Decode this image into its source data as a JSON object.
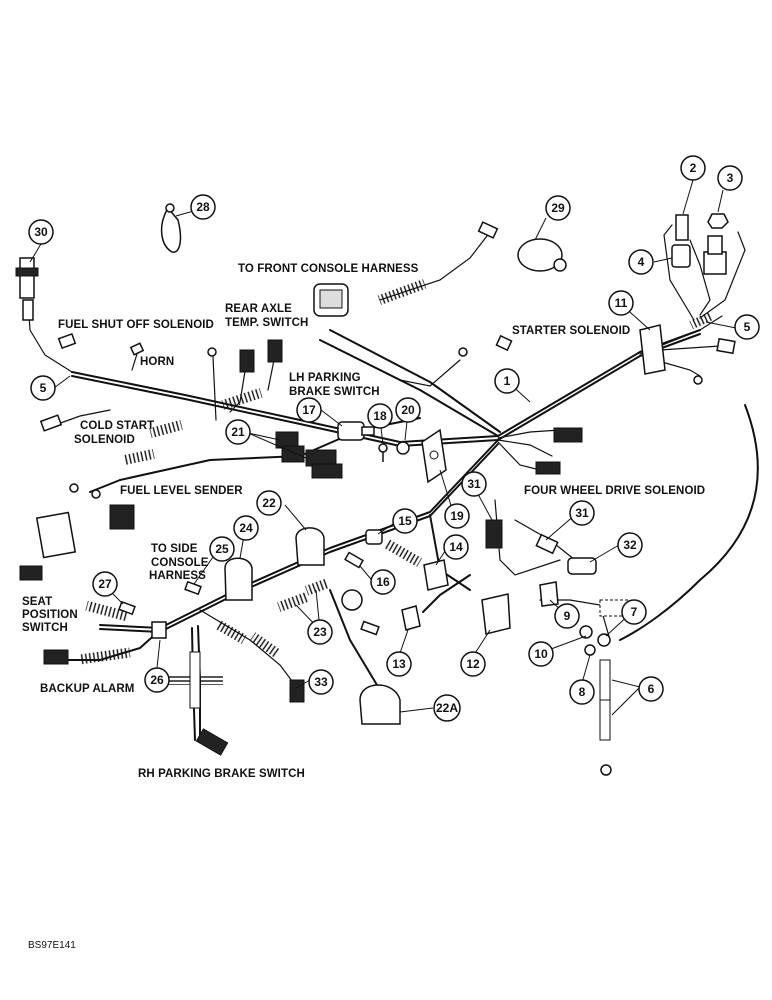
{
  "figure_code": "BS97E141",
  "labels": {
    "to_front_console_harness": "TO FRONT CONSOLE HARNESS",
    "rear_axle_1": "REAR AXLE",
    "rear_axle_2": "TEMP. SWITCH",
    "fuel_shut_off": "FUEL SHUT OFF SOLENOID",
    "horn": "HORN",
    "starter_solenoid": "STARTER SOLENOID",
    "lh_parking_1": "LH PARKING",
    "lh_parking_2": "BRAKE SWITCH",
    "cold_start_1": "COLD START",
    "cold_start_2": "SOLENOID",
    "fuel_level_sender": "FUEL LEVEL SENDER",
    "four_wheel_drive": "FOUR WHEEL DRIVE SOLENOID",
    "to_side_1": "TO SIDE",
    "to_side_2": "CONSOLE",
    "to_side_3": "HARNESS",
    "seat_1": "SEAT",
    "seat_2": "POSITION",
    "seat_3": "SWITCH",
    "backup_alarm": "BACKUP ALARM",
    "rh_parking": "RH PARKING BRAKE SWITCH"
  },
  "callouts": {
    "c1": "1",
    "c2": "2",
    "c3": "3",
    "c4": "4",
    "c5a": "5",
    "c5b": "5",
    "c6": "6",
    "c7": "7",
    "c8": "8",
    "c9": "9",
    "c10": "10",
    "c11": "11",
    "c12": "12",
    "c13": "13",
    "c14": "14",
    "c15": "15",
    "c16": "16",
    "c17": "17",
    "c18": "18",
    "c19": "19",
    "c20": "20",
    "c21": "21",
    "c22": "22",
    "c22a": "22A",
    "c23": "23",
    "c24": "24",
    "c25": "25",
    "c26": "26",
    "c27": "27",
    "c28": "28",
    "c29": "29",
    "c30": "30",
    "c31a": "31",
    "c31b": "31",
    "c32": "32",
    "c33": "33"
  }
}
